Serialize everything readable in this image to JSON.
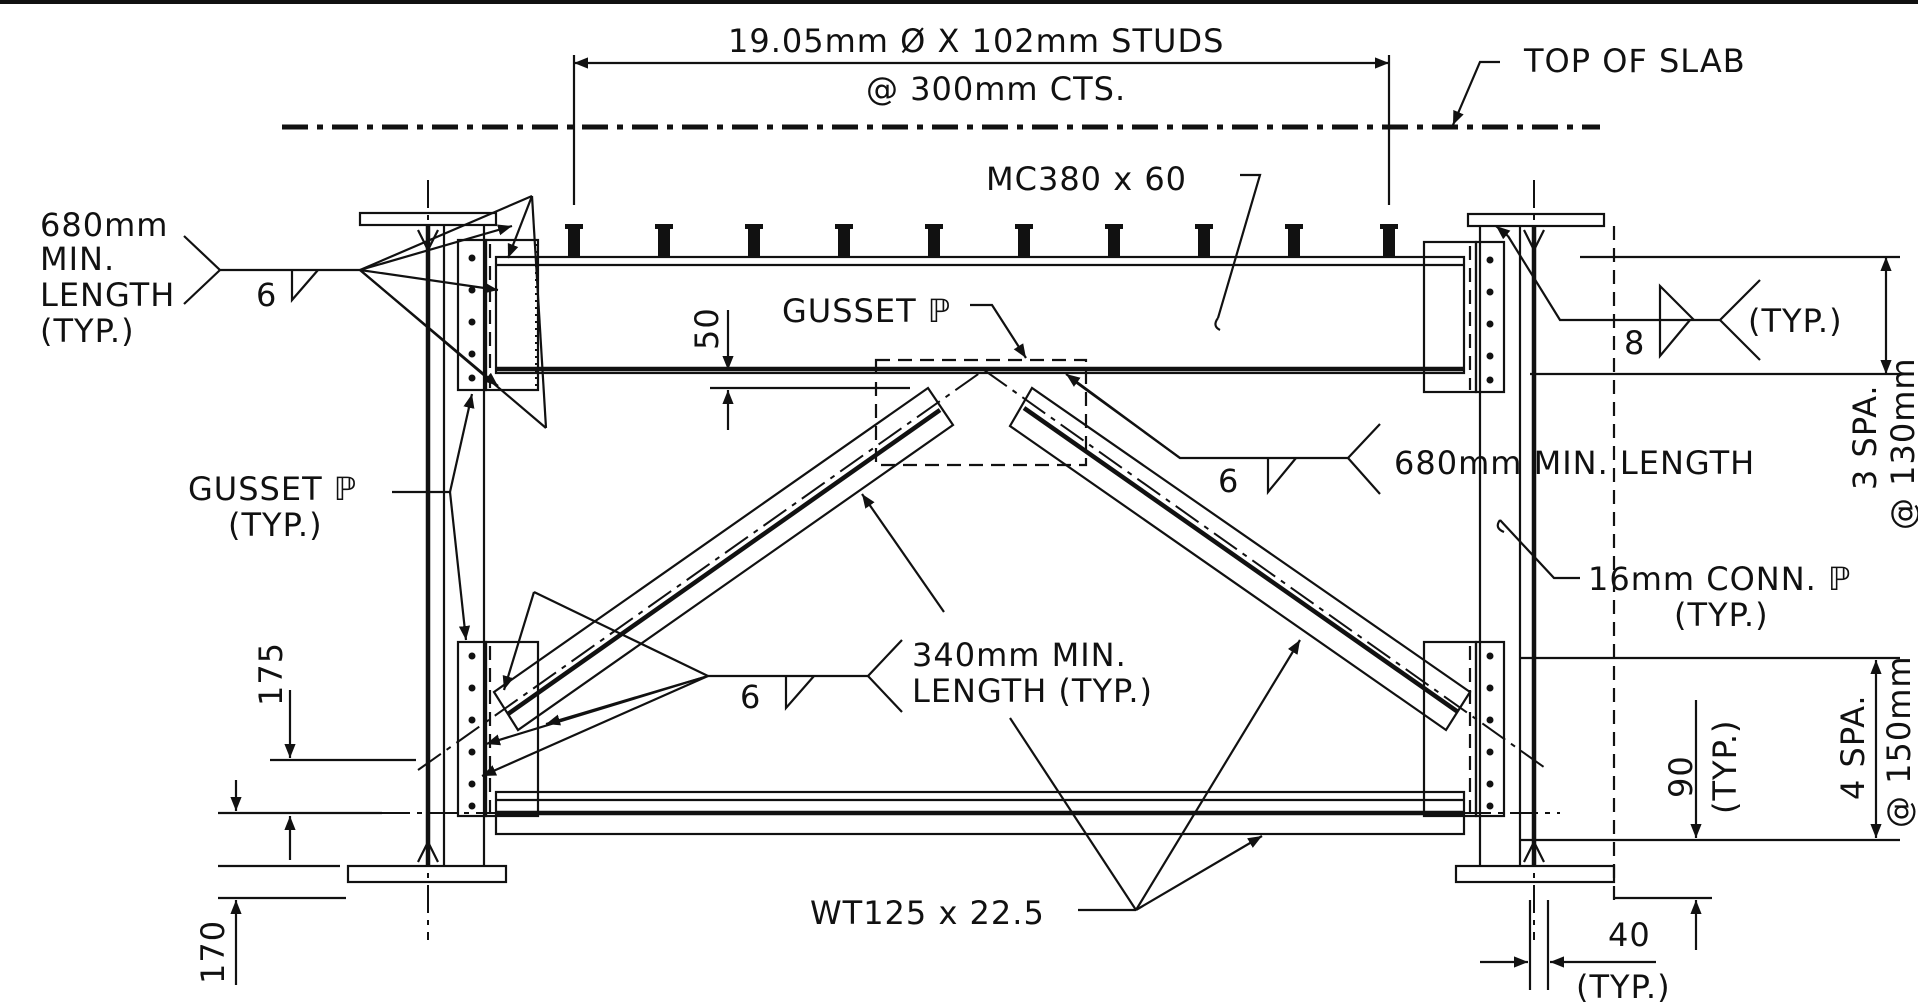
{
  "labels": {
    "studs_line1": "19.05mm Ø X 102mm STUDS",
    "studs_line2": "@ 300mm CTS.",
    "top_of_slab": "TOP OF SLAB",
    "mc_section": "MC380 x 60",
    "weld_left_1": "680mm",
    "weld_left_2": "MIN.",
    "weld_left_3": "LENGTH",
    "weld_left_4": "(TYP.)",
    "weld_left_size": "6",
    "gusset_center": "GUSSET ℙ",
    "dim_50": "50",
    "weld_right_size": "8",
    "typ_right": "(TYP.)",
    "spa_3_line1": "3 SPA.",
    "spa_3_line2": "@ 130mm",
    "weld_mid_size": "6",
    "weld_mid_len": "680mm MIN. LENGTH",
    "gusset_typ_1": "GUSSET ℙ",
    "gusset_typ_2": "(TYP.)",
    "conn_pl_1": "16mm CONN. ℙ",
    "conn_pl_2": "(TYP.)",
    "dim_175": "175",
    "weld_brace_size": "6",
    "brace_len_1": "340mm MIN.",
    "brace_len_2": "LENGTH (TYP.)",
    "dim_90": "90",
    "dim_90_typ": "(TYP.)",
    "spa_4_line1": "4 SPA.",
    "spa_4_line2": "@ 150mm",
    "wt_section": "WT125 x 22.5",
    "dim_170": "170",
    "dim_40": "40",
    "dim_40_typ": "(TYP.)"
  },
  "icons": {
    "plate_symbol": "plate-symbol-icon",
    "weld_symbol": "fillet-weld-icon"
  },
  "colors": {
    "ink": "#111111",
    "paper": "#ffffff"
  }
}
